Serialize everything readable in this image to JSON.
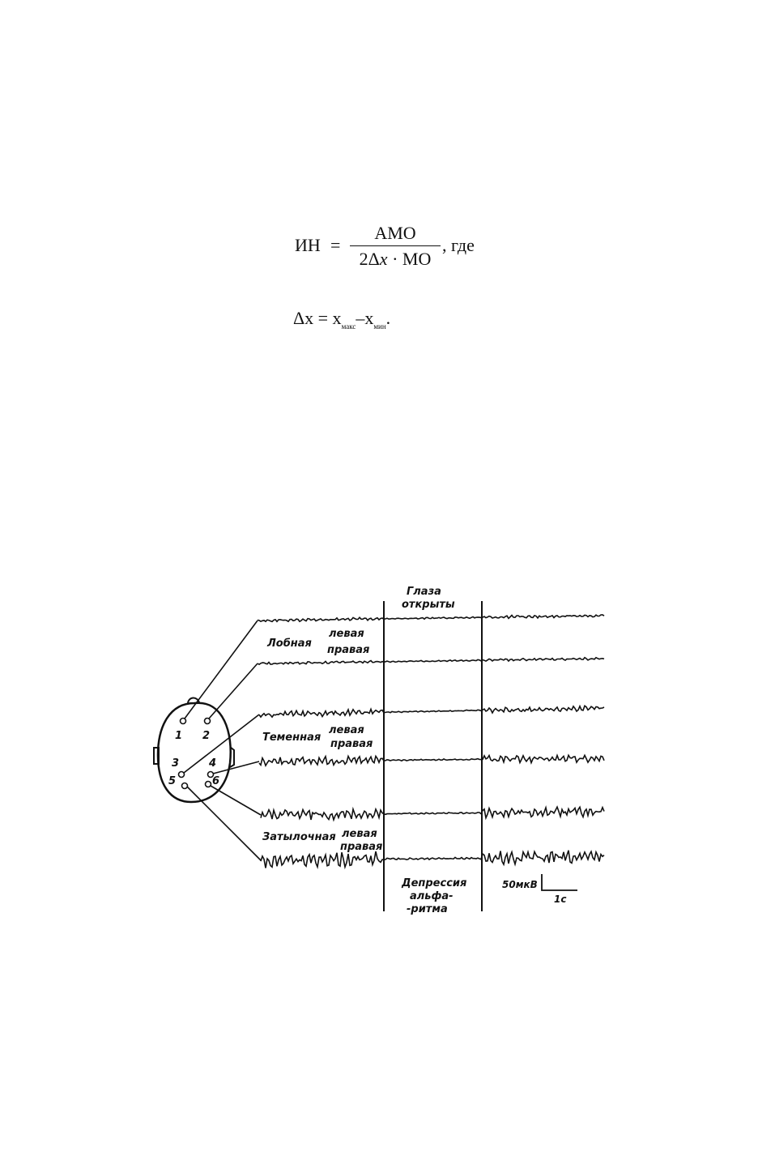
{
  "formula_index": {
    "lhs": "ИН",
    "equals": "=",
    "numerator": "АМО",
    "denominator": "2Δx · МО",
    "denominator_parts": [
      "2Δ",
      "x",
      " · МО"
    ],
    "tail": ", где"
  },
  "formula_delta": {
    "lhs": "Δx = x",
    "sub_max": "макс",
    "minus": "–x",
    "sub_min": "мин",
    "end": "."
  },
  "figure": {
    "eyes_open_label": [
      "Глаза",
      "открыты"
    ],
    "alpha_depression_label": [
      "Депрессия",
      "альфа-",
      "-ритма"
    ],
    "frontal": {
      "label": "Лобная",
      "left": "левая",
      "right": "правая"
    },
    "parietal": {
      "label": "Теменная",
      "left": "левая",
      "right": "правая"
    },
    "occipital": {
      "label": "Затылочная",
      "left": "левая",
      "right": "правая"
    },
    "electrodes": [
      "1",
      "2",
      "3",
      "4",
      "5",
      "6"
    ],
    "scale_amplitude": "50мкВ",
    "scale_time": "1с"
  }
}
